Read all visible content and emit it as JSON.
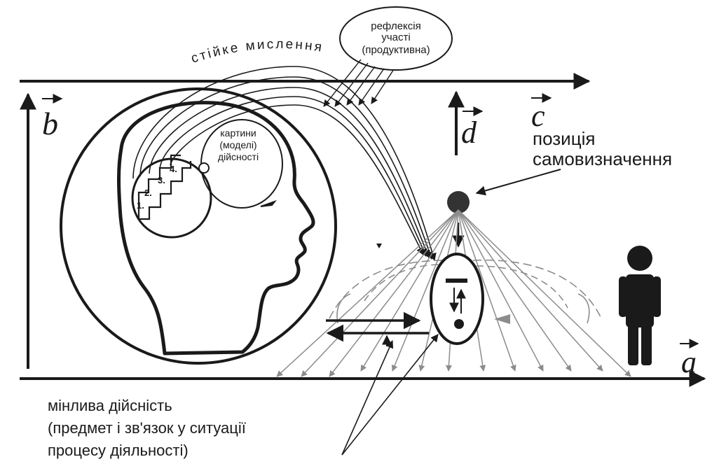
{
  "labels": {
    "stiike_myslennia": "стійке мислення",
    "reflexia": [
      "рефлексія",
      "участі",
      "(продуктивна)"
    ],
    "kartyny": [
      "картини",
      "(моделі)",
      "дійсності"
    ],
    "pozytsiia": [
      "позиція",
      "самовизначення"
    ],
    "minlyva": [
      "мінлива дійсність",
      "(предмет і зв'язок у ситуації",
      "процесу діяльності)"
    ],
    "steps": [
      "1.",
      "2.",
      "3.",
      "4."
    ]
  },
  "vectors": {
    "a": "a",
    "b": "b",
    "c": "c",
    "d": "d"
  },
  "colors": {
    "ink": "#1a1a1a",
    "grey": "#8c8c8c",
    "dot": "#333333"
  }
}
